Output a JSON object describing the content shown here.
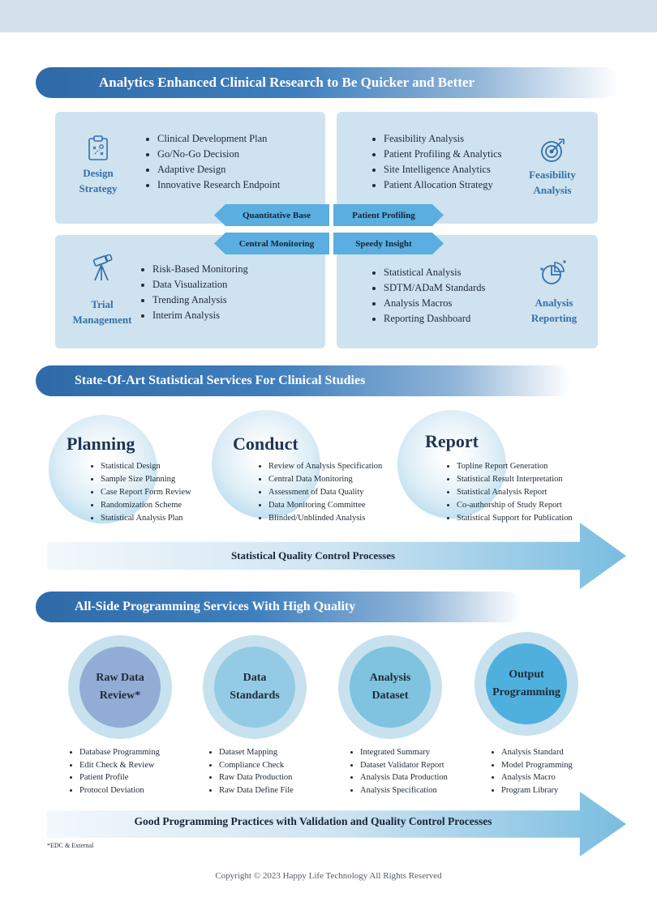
{
  "banners": {
    "top": "Analytics Enhanced Clinical Research to Be Quicker and Better",
    "statistical": "State-Of-Art Statistical Services For Clinical Studies",
    "programming": "All-Side Programming Services With High Quality"
  },
  "quadrants": {
    "design": {
      "title_line1": "Design",
      "title_line2": "Strategy",
      "icon": "clipboard-icon",
      "items": [
        "Clinical Development Plan",
        "Go/No-Go Decision",
        "Adaptive Design",
        "Innovative Research  Endpoint"
      ]
    },
    "feasibility": {
      "title_line1": "Feasibility",
      "title_line2": "Analysis",
      "icon": "target-icon",
      "items": [
        "Feasibility Analysis",
        "Patient Profiling & Analytics",
        "Site Intelligence Analytics",
        "Patient Allocation Strategy"
      ]
    },
    "trial": {
      "title_line1": "Trial",
      "title_line2": "Management",
      "icon": "telescope-icon",
      "items": [
        "Risk-Based Monitoring",
        "Data Visualization",
        "Trending Analysis",
        "Interim Analysis"
      ]
    },
    "analysis": {
      "title_line1": "Analysis",
      "title_line2": "Reporting",
      "icon": "pie-chart-icon",
      "items": [
        "Statistical Analysis",
        "SDTM/ADaM Standards",
        "Analysis Macros",
        "Reporting Dashboard"
      ]
    }
  },
  "arrows": {
    "quantitative_base": "Quantitative Base",
    "patient_profiling": "Patient Profiling",
    "central_monitoring": "Central Monitoring",
    "speedy_insight": "Speedy Insight"
  },
  "phases": [
    {
      "title": "Planning",
      "items": [
        "Statistical Design",
        "Sample Size Planning",
        "Case Report Form Review",
        "Randomization Scheme",
        "Statistical Analysis Plan"
      ]
    },
    {
      "title": "Conduct",
      "items": [
        "Review of Analysis Specification",
        "Central Data Monitoring",
        "Assessment of Data Quality",
        "Data Monitoring Committee",
        "Blinded/Unblinded Analysis"
      ]
    },
    {
      "title": "Report",
      "items": [
        "Topline Report Generation",
        "Statistical Result Interpretation",
        "Statistical Analysis Report",
        "Co-authorship of Study Report",
        "Statistical Support for Publication"
      ]
    }
  ],
  "qc_arrow": "Statistical Quality Control Processes",
  "programming": [
    {
      "title": "Raw Data\nReview*",
      "items": [
        "Database Programming",
        "Edit Check & Review",
        "Patient Profile",
        "Protocol Deviation"
      ]
    },
    {
      "title": "Data\nStandards",
      "items": [
        "Dataset Mapping",
        "Compliance Check",
        "Raw Data Production",
        "Raw Data Define File"
      ]
    },
    {
      "title": "Analysis\nDataset",
      "items": [
        "Integrated Summary",
        "Dataset Validator Report",
        "Analysis Data Production",
        "Analysis Specification"
      ]
    },
    {
      "title": "Output\nProgramming",
      "items": [
        "Analysis Standard",
        "Model Programming",
        "Analysis Macro",
        "Program Library"
      ]
    }
  ],
  "gpp_arrow": "Good Programming Practices with Validation and Quality Control Processes",
  "footnote": "*EDC & External",
  "copyright": "Copyright © 2023 Happy Life Technology All Rights Reserved",
  "colors": {
    "banner": "#2f6aa8",
    "quadrant": "#cfe2ef",
    "quadrant_title": "#3470a8",
    "arrow_tag": "#5aaee0",
    "prog_inner": [
      "#93acd6",
      "#94cbe4",
      "#7fc3df",
      "#4fb0de"
    ]
  }
}
